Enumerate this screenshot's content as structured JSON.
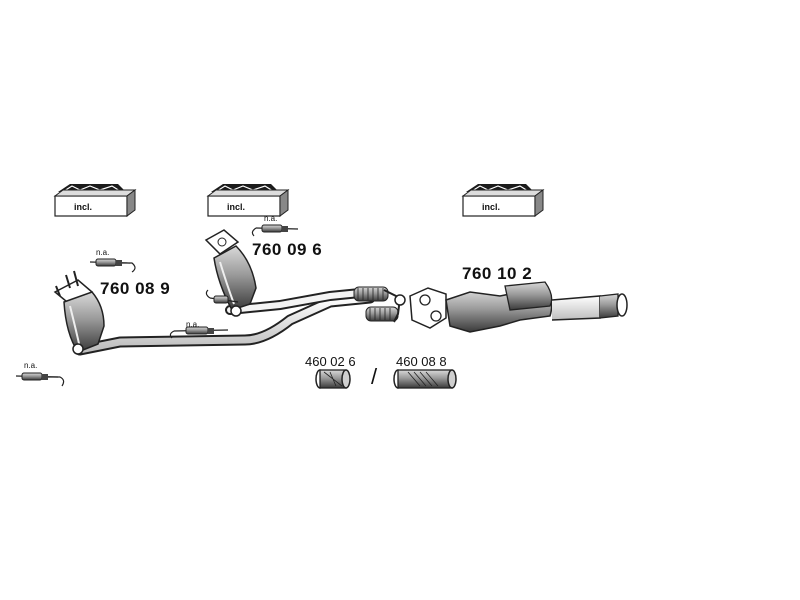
{
  "kits": {
    "incl_label": "incl."
  },
  "parts": {
    "p1": "760 08 9",
    "p2": "760 09 6",
    "p3": "760 10 2",
    "alt_a": "460 02 6",
    "alt_b": "460 08 8",
    "separator": "/"
  },
  "sensors": {
    "na_label": "n.a."
  }
}
